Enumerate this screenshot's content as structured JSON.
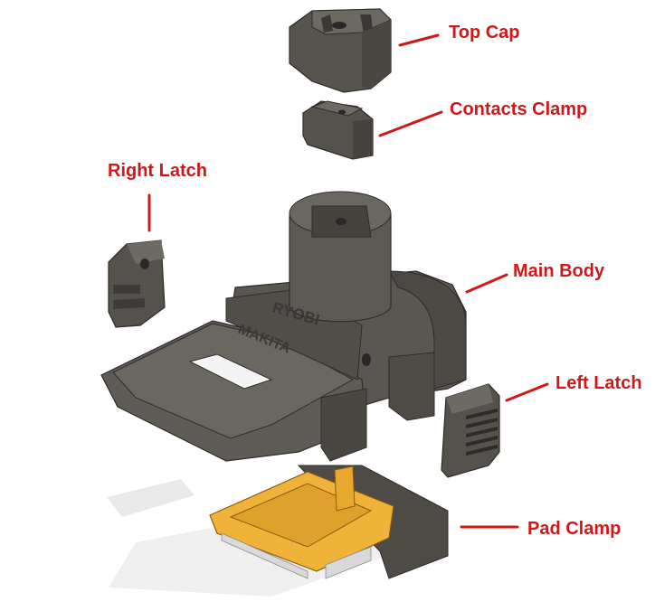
{
  "diagram": {
    "labels": {
      "top_cap": "Top Cap",
      "contacts_clamp": "Contacts Clamp",
      "right_latch": "Right Latch",
      "main_body": "Main Body",
      "left_latch": "Left Latch",
      "pad_clamp": "Pad Clamp"
    },
    "embossed_text": {
      "ryobi": "RYOBI",
      "makita": "MAKITA"
    },
    "colors": {
      "label": "#d01818",
      "part_body": "#5a5752",
      "part_dark": "#3c3a37",
      "part_light": "#7a7670",
      "pad_clamp": "#f0b33a",
      "shadow": "#e6e6e6"
    }
  }
}
